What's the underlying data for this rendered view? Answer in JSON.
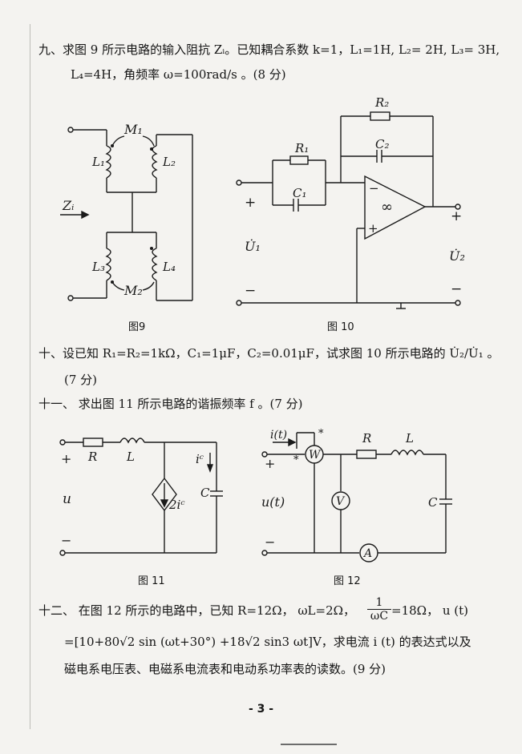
{
  "q9": {
    "line1": "九、求图 9 所示电路的输入阻抗 Zᵢ。已知耦合系数 k=1，L₁=1H, L₂= 2H,  L₃= 3H,",
    "line2": "L₄=4H，角频率 ω=100rad/s 。(8 分)"
  },
  "fig9": {
    "caption": "图9",
    "m1": "M₁",
    "m2": "M₂",
    "l1": "L₁",
    "l2": "L₂",
    "l3": "L₃",
    "l4": "L₄",
    "zi": "Zᵢ"
  },
  "fig10": {
    "caption": "图 10",
    "r1": "R₁",
    "r2": "R₂",
    "c1": "C₁",
    "c2": "C₂",
    "inf": "∞",
    "minus_in": "−",
    "plus_in": "+",
    "u1": "U̇₁",
    "u2": "U̇₂",
    "plus_left": "+",
    "minus_left": "−",
    "plus_right": "+",
    "minus_right": "−"
  },
  "q10": {
    "line1": "十、设已知 R₁=R₂=1kΩ，C₁=1μF，C₂=0.01μF，试求图 10 所示电路的 U̇₂/U̇₁ 。",
    "line2": "(7 分)"
  },
  "q11": {
    "line1": "十一、 求出图 11 所示电路的谐振频率 f 。(7 分)"
  },
  "fig11": {
    "caption": "图 11",
    "r": "R",
    "l": "L",
    "ic": "iᶜ",
    "c": "C",
    "u": "u",
    "source": "2iᶜ",
    "plus": "+",
    "minus": "−"
  },
  "fig12": {
    "caption": "图 12",
    "it": "i(t)",
    "w": "W",
    "v": "V",
    "a": "A",
    "r": "R",
    "l": "L",
    "c": "C",
    "ut": "u(t)",
    "plus": "+",
    "minus": "−",
    "star": "*"
  },
  "q12": {
    "line1a": "十二、  在图 12 所示的电路中，已知 R=12Ω， ωL=2Ω，",
    "frac_num": "1",
    "frac_den": "ωC",
    "line1b": "=18Ω， u (t)",
    "line2": "=[10+80√2 sin (ωt+30°) +18√2 sin3 ωt]V，求电流 i (t) 的表达式以及",
    "line3": "磁电系电压表、电磁系电流表和电动系功率表的读数。(9 分)"
  },
  "page": {
    "number": "- 3 -"
  }
}
